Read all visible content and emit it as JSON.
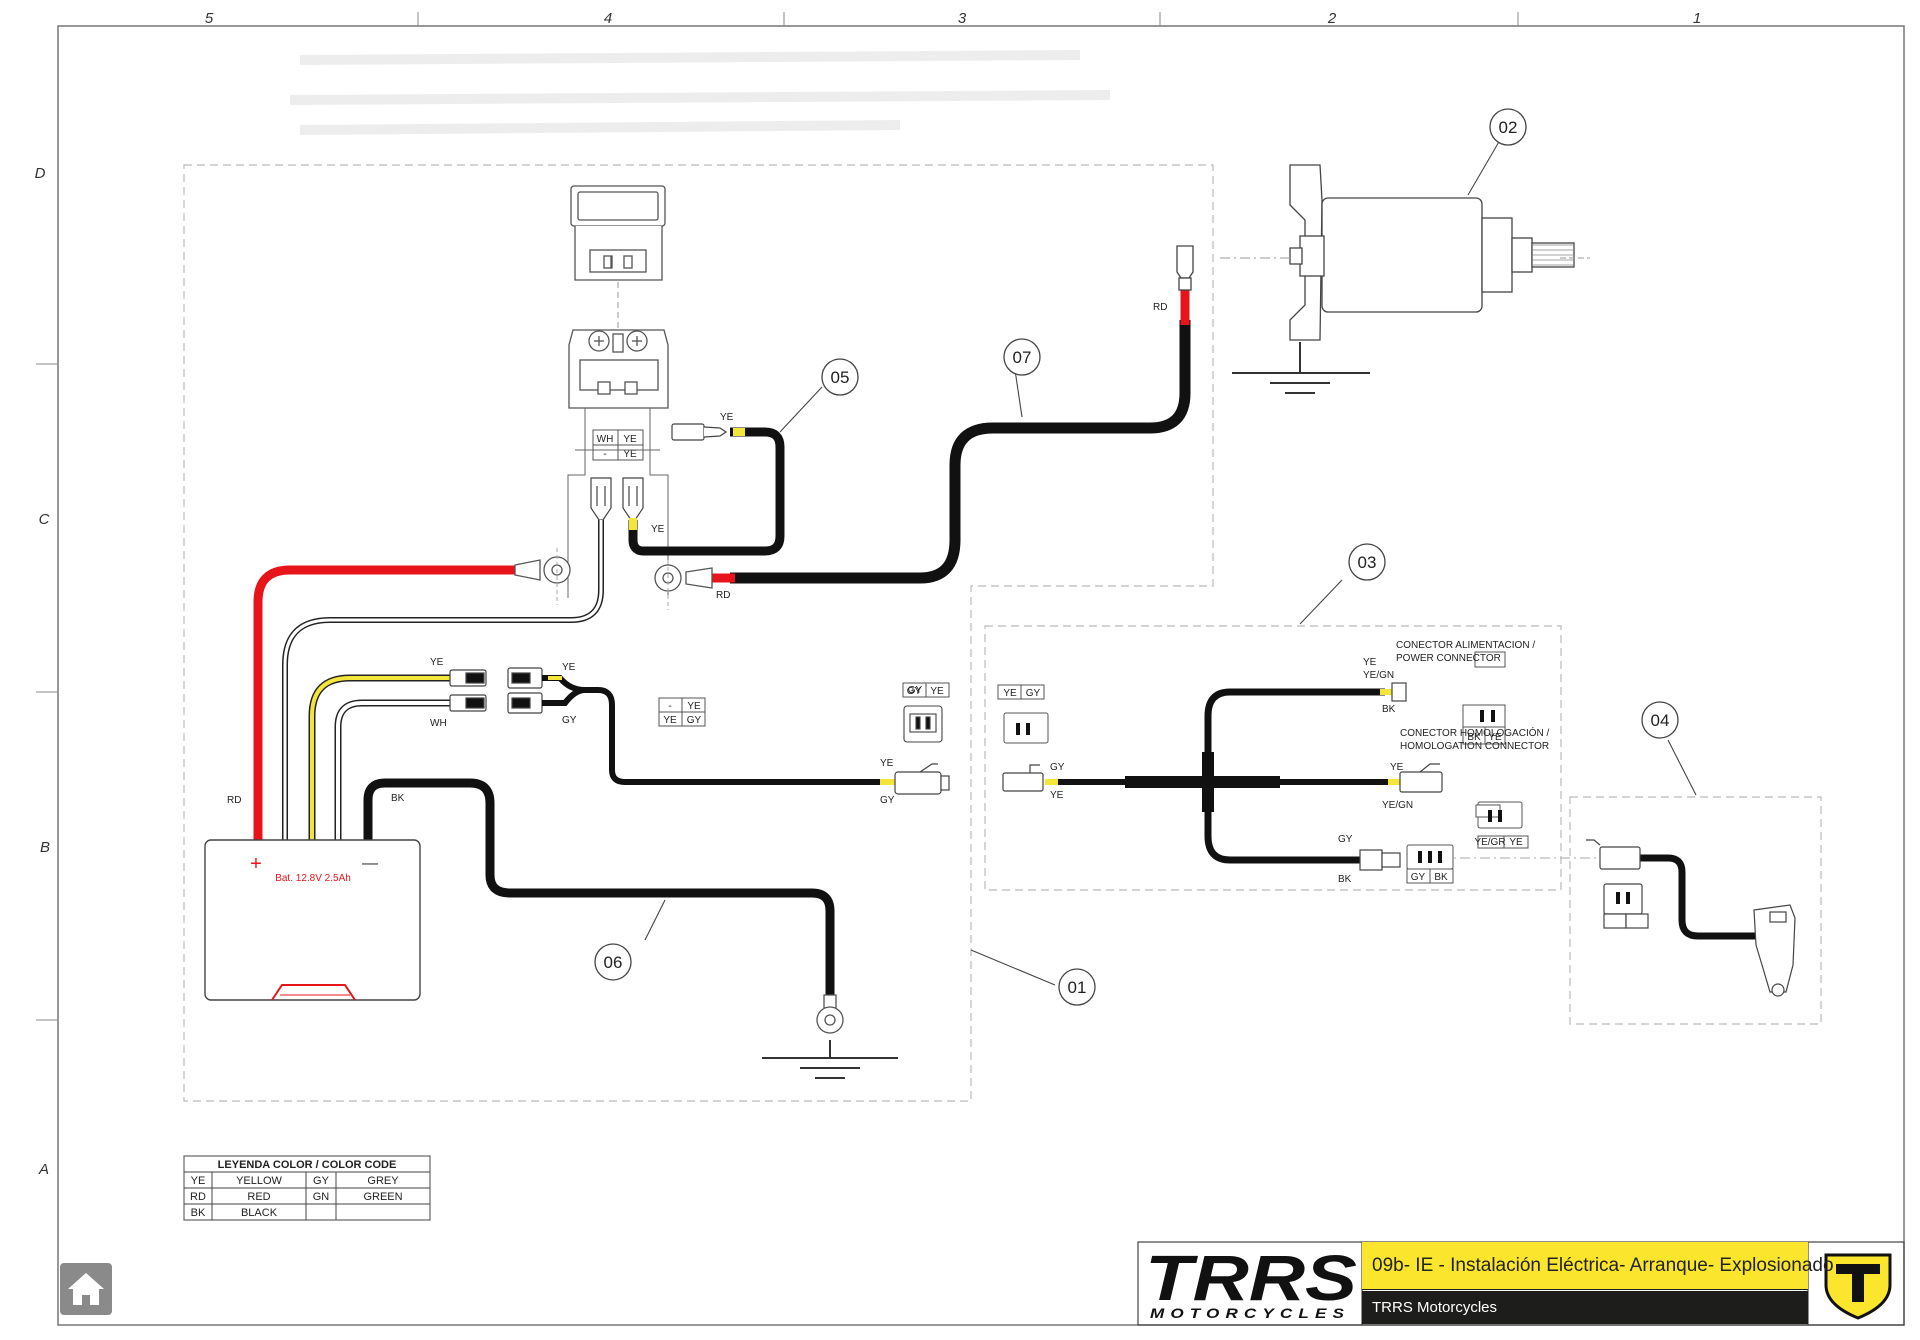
{
  "frame": {
    "columns": [
      "5",
      "4",
      "3",
      "2",
      "1"
    ],
    "rows": [
      "D",
      "C",
      "B",
      "A"
    ]
  },
  "callouts": [
    "01",
    "02",
    "03",
    "04",
    "05",
    "06",
    "07"
  ],
  "wires": {
    "ye": "YE",
    "wh": "WH",
    "gy": "GY",
    "rd": "RD",
    "bk": "BK",
    "ye_gn": "YE/GN",
    "ye_gr": "YE/GR",
    "dash": "-"
  },
  "battery": {
    "plus": "+",
    "minus": "—",
    "label": "Bat. 12.8V 2.5Ah"
  },
  "connectors": {
    "power_line1": "CONECTOR ALIMENTACION /",
    "power_line2": "POWER CONNECTOR",
    "homolog_line1": "CONECTOR HOMOLOGACIÓN /",
    "homolog_line2": "HOMOLOGATION CONNECTOR"
  },
  "legend": {
    "title": "LEYENDA COLOR / COLOR CODE",
    "rows": [
      [
        "YE",
        "YELLOW",
        "GY",
        "GREY"
      ],
      [
        "RD",
        "RED",
        "GN",
        "GREEN"
      ],
      [
        "BK",
        "BLACK",
        "",
        ""
      ]
    ]
  },
  "title_block": {
    "logo_main": "TRRS",
    "logo_sub": "MOTORCYCLES",
    "title": "09b- IE - Instalación Eléctrica- Arranque- Explosionado",
    "company": "TRRS Motorcycles"
  },
  "colors": {
    "wire_black": "#111111",
    "wire_red": "#e8141b",
    "wire_yellow": "#f3e53a",
    "brand_yellow": "#fbe62d"
  },
  "icons": {
    "home": "home-icon",
    "badge": "trrs-shield-icon",
    "ground": "ground-icon"
  }
}
